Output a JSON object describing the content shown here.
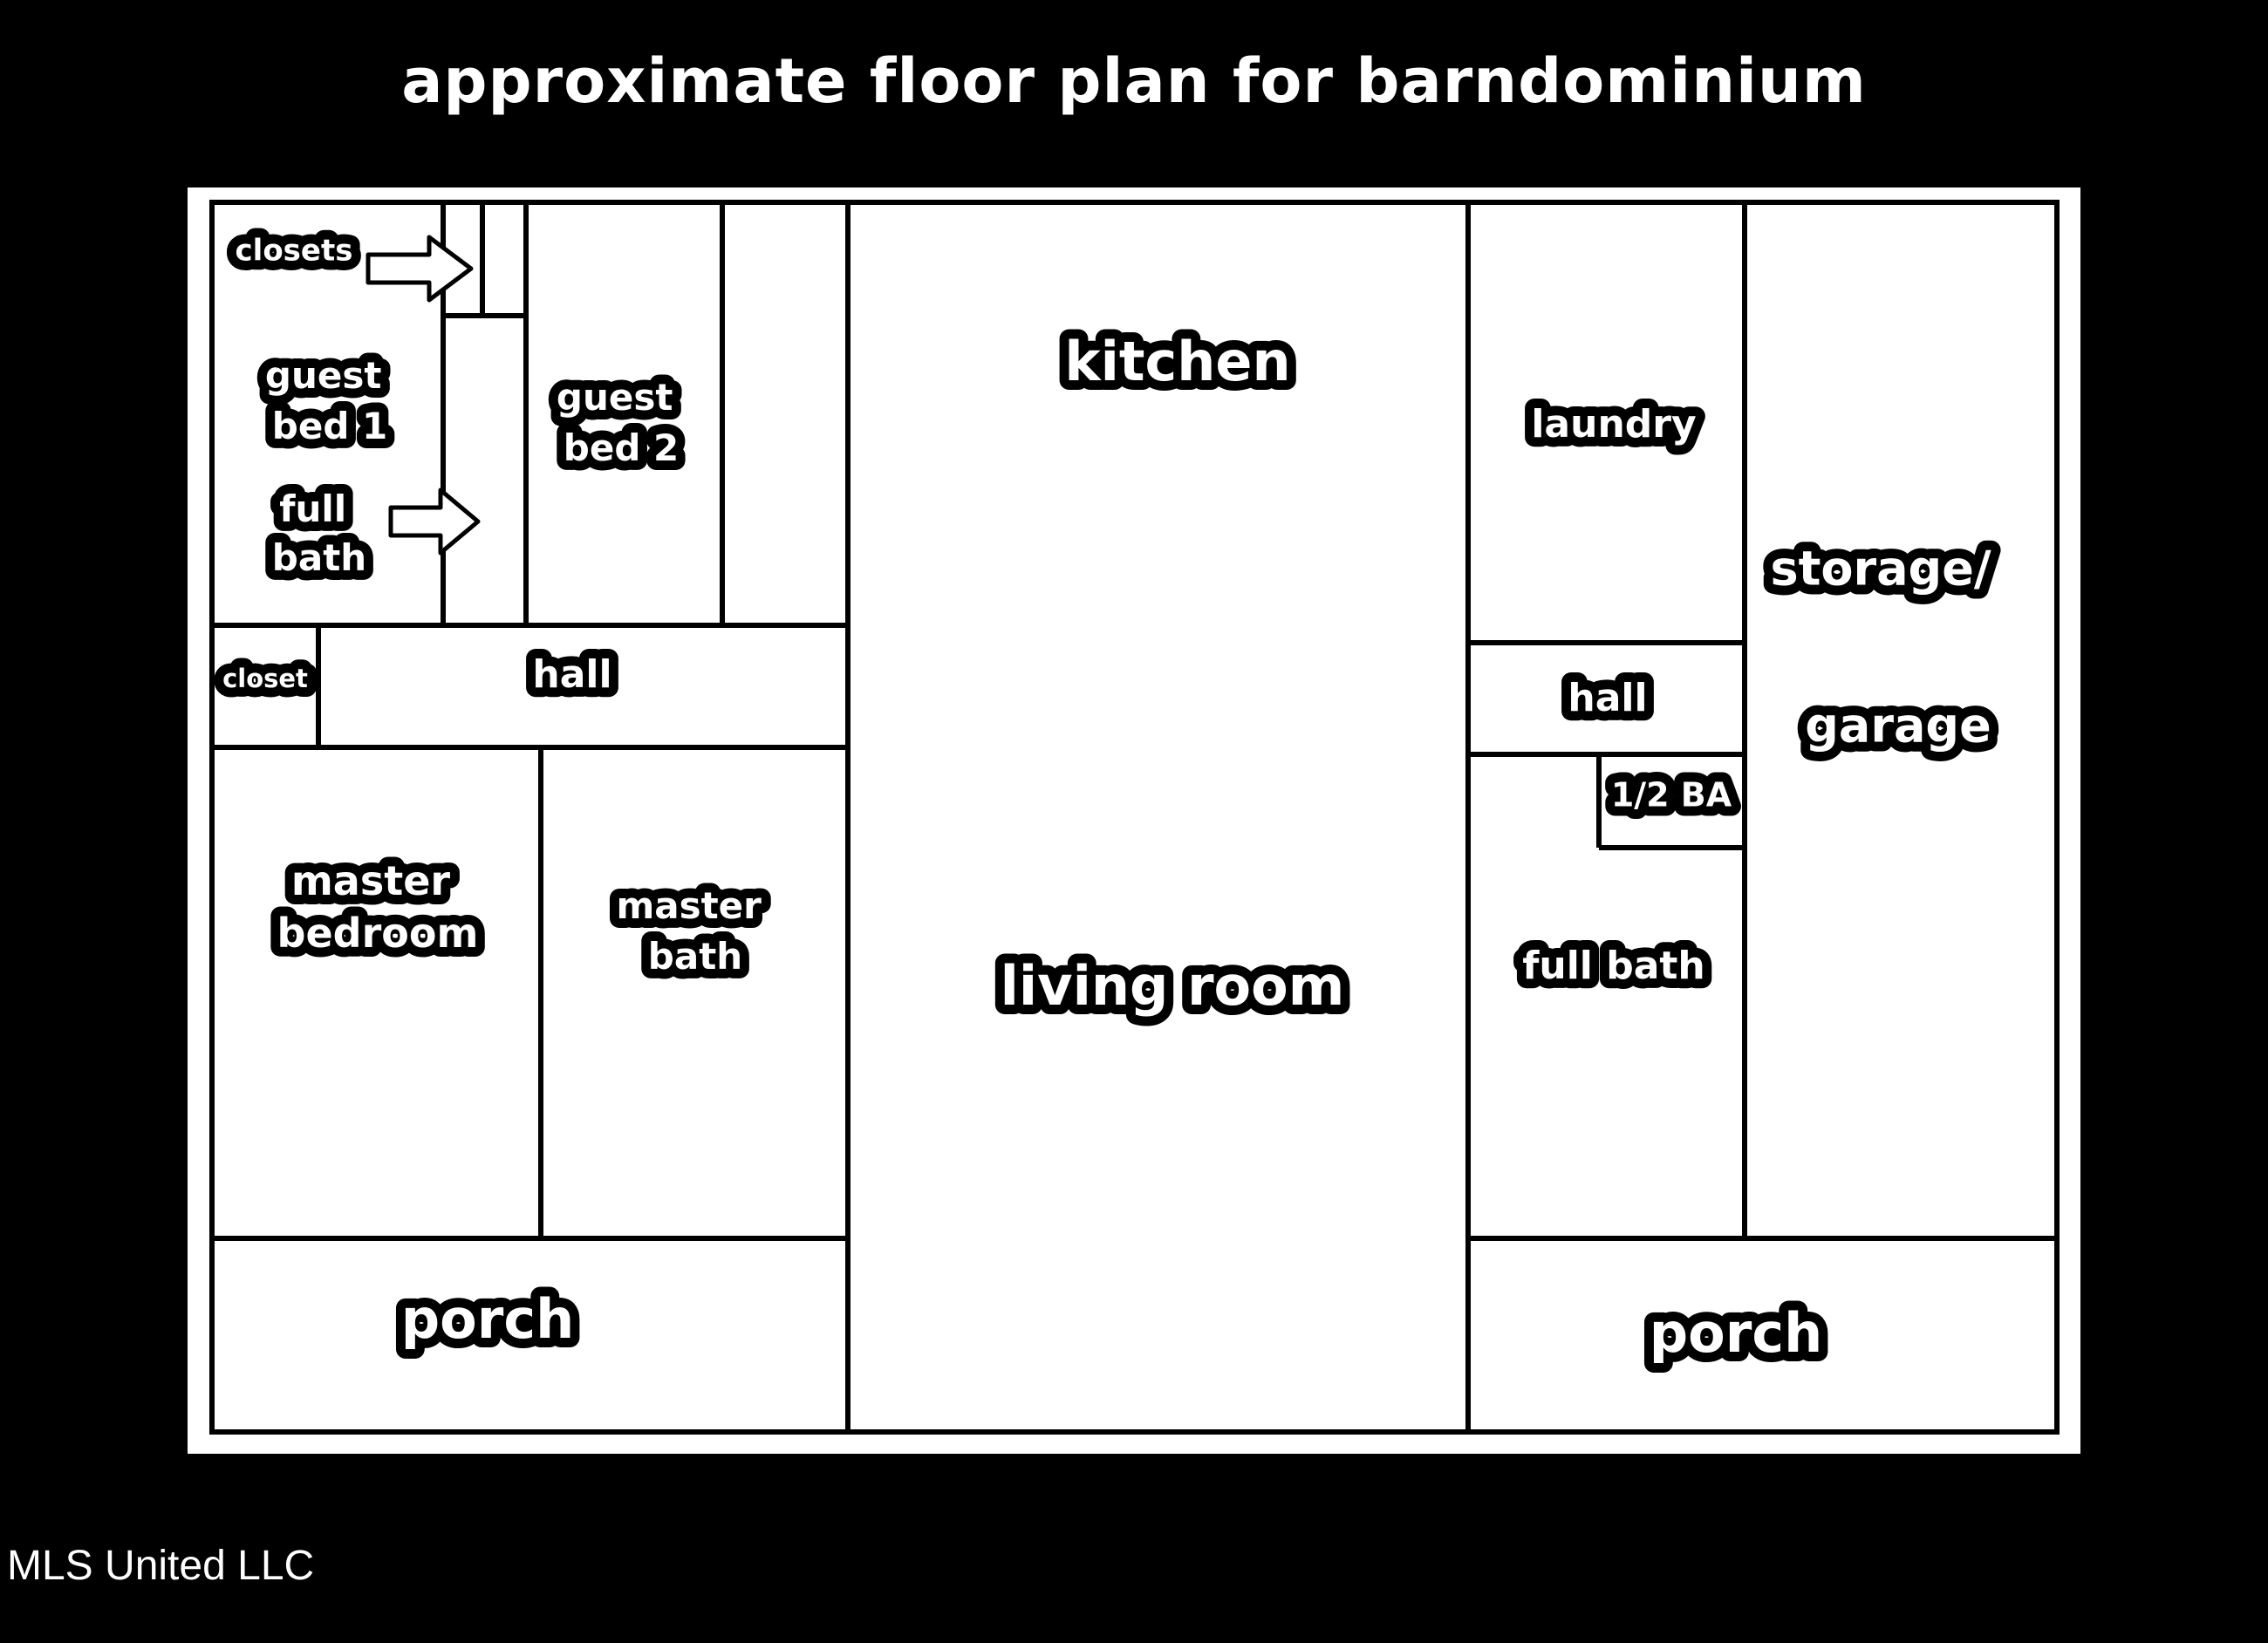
{
  "title": "approximate floor plan for barndominium",
  "rooms": {
    "closets": "closets",
    "guest_bed_1": [
      "guest",
      "bed 1"
    ],
    "full_bath_left": [
      "full",
      "bath"
    ],
    "guest_bed_2": [
      "guest",
      "bed 2"
    ],
    "closet": "closet",
    "hall_left": "hall",
    "master_bedroom": [
      "master",
      "bedroom"
    ],
    "master_bath": [
      "master",
      "bath"
    ],
    "porch_left": "porch",
    "kitchen": "kitchen",
    "living_room": "living room",
    "laundry": "laundry",
    "hall_right": "hall",
    "half_bath": "1/2 BA",
    "full_bath_right": "full bath",
    "storage": [
      "storage/",
      "garage"
    ],
    "porch_right": "porch"
  },
  "credit": "MLS United LLC",
  "colors": {
    "background": "#000000",
    "plan_fill": "#ffffff",
    "walls": "#000000"
  }
}
